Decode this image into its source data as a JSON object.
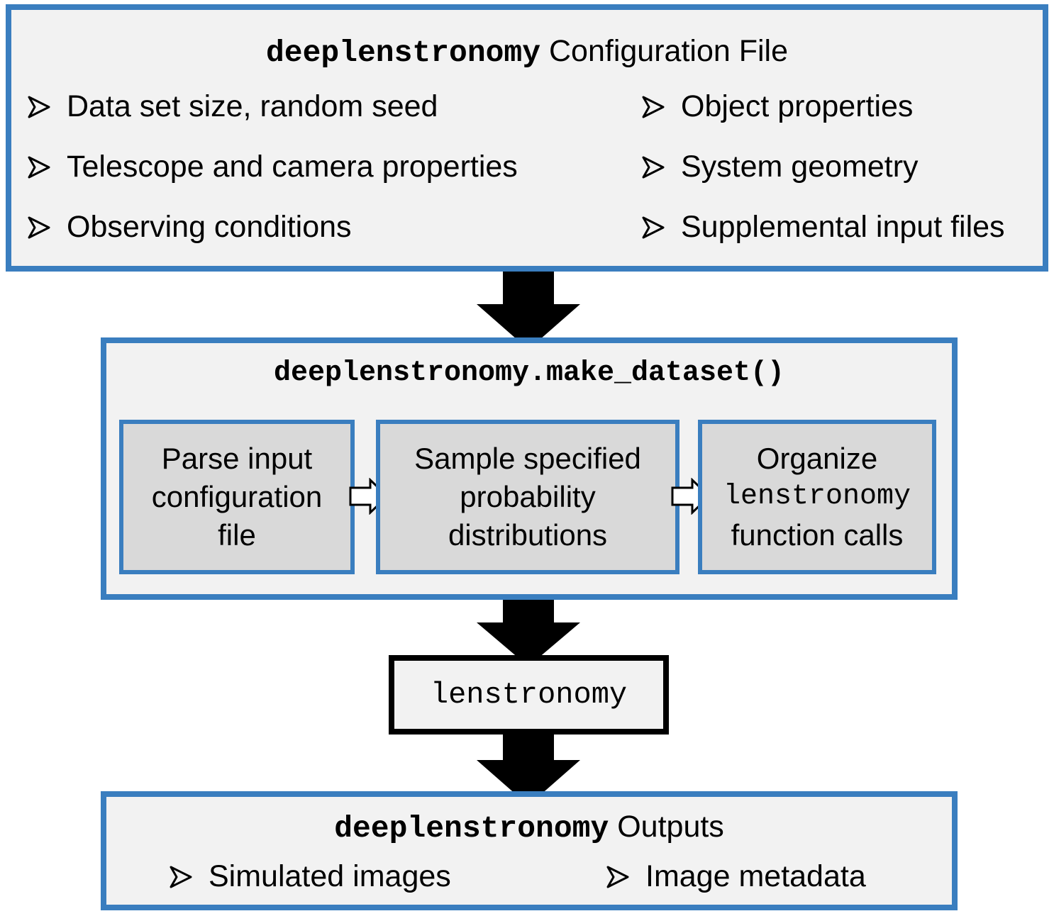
{
  "config_box": {
    "title_code": "deeplenstronomy",
    "title_text": "Configuration File",
    "left_items": [
      "Data set size, random seed",
      "Telescope and camera properties",
      "Observing conditions"
    ],
    "right_items": [
      "Object properties",
      "System geometry",
      "Supplemental input files"
    ]
  },
  "make_box": {
    "title_code": "deeplenstronomy.make_dataset()",
    "step1": [
      "Parse input",
      "configuration",
      "file"
    ],
    "step2": [
      "Sample specified",
      "probability",
      "distributions"
    ],
    "step3_line1": "Organize",
    "step3_code": "lenstronomy",
    "step3_line3": "function calls"
  },
  "lens_box": {
    "label": "lenstronomy"
  },
  "output_box": {
    "title_code": "deeplenstronomy",
    "title_text": "Outputs",
    "items": [
      "Simulated images",
      "Image metadata"
    ]
  },
  "colors": {
    "box_border": "#3a7ebf",
    "box_fill": "#f2f2f2",
    "inner_fill": "#d9d9d9"
  }
}
